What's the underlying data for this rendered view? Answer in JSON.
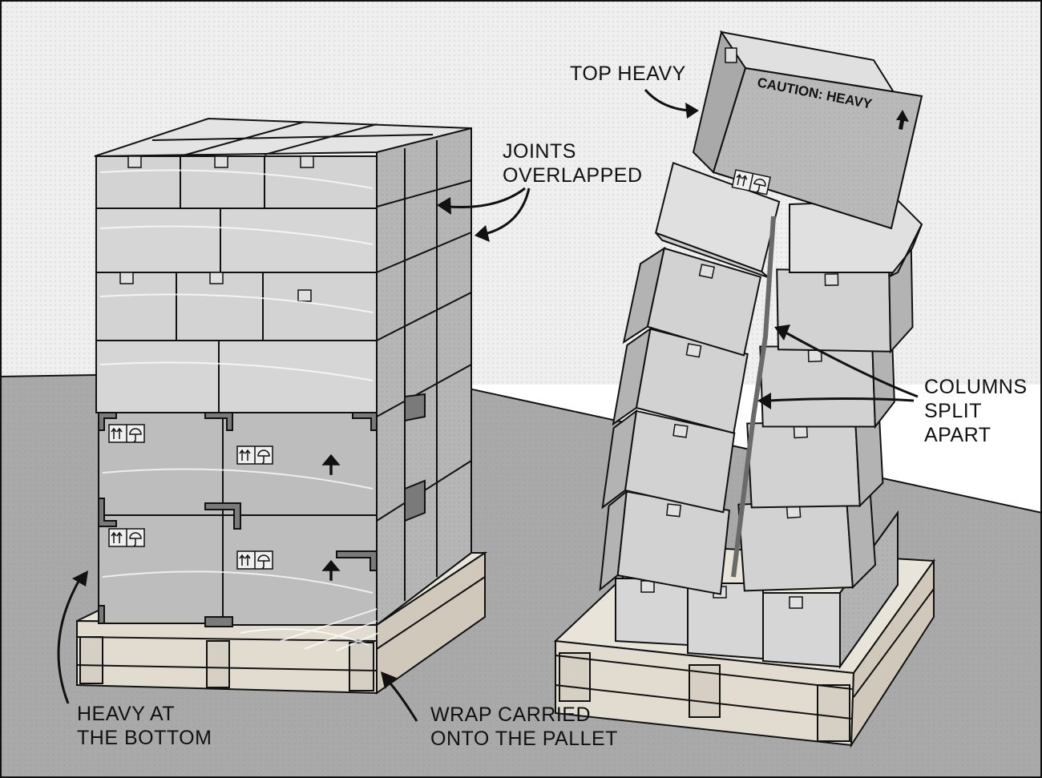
{
  "labels": {
    "top_heavy": "TOP HEAVY",
    "joints": [
      "JOINTS",
      "OVERLAPPED"
    ],
    "columns": [
      "COLUMNS",
      "SPLIT",
      "APART"
    ],
    "heavy_bottom": [
      "HEAVY AT",
      "THE BOTTOM"
    ],
    "wrap": [
      "WRAP CARRIED",
      "ONTO THE PALLET"
    ]
  },
  "box_print": {
    "caution": "CAUTION: HEAVY"
  },
  "icons": [
    "this-way-up-icon",
    "umbrella-keep-dry-icon",
    "up-arrow-icon",
    "corner-protector-icon",
    "pallet-icon"
  ],
  "colors": {
    "floor": "#a8a8a8",
    "wall": "#ededed",
    "box_front": "#d2d2d2",
    "box_side": "#b3b3b3",
    "box_top": "#e6e6e6",
    "heavy_box_front": "#b8b8b8",
    "wood": "#e9e4da",
    "ink": "#111111"
  }
}
